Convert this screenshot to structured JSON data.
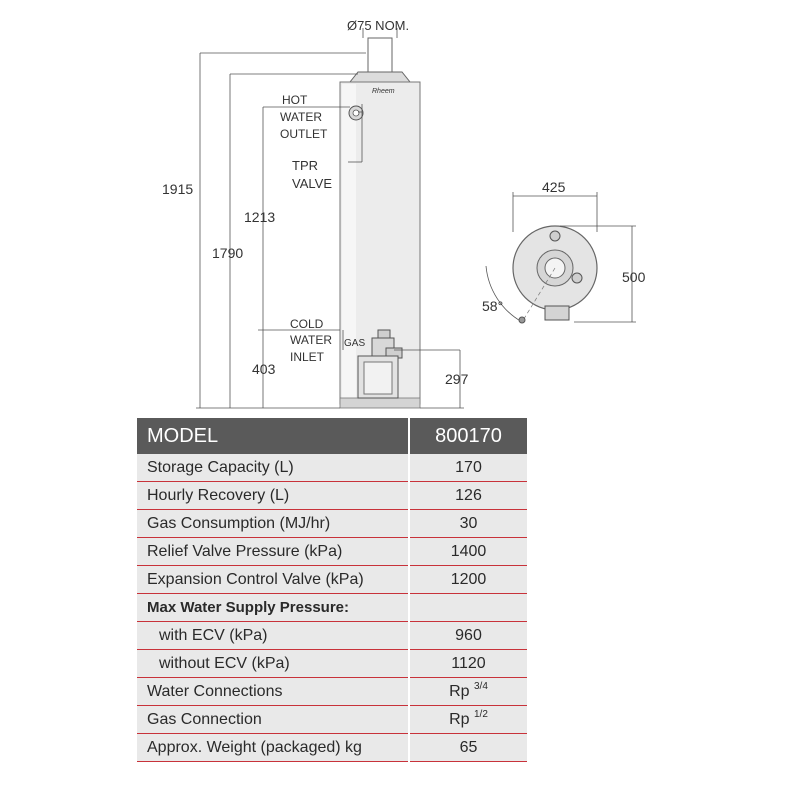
{
  "diagram": {
    "flue_label": "Ø75 NOM.",
    "brand": "Rheem",
    "dims": {
      "total_height": "1915",
      "top_height": "1790",
      "hot_outlet_height": "1213",
      "cold_inlet_height": "403",
      "gas_height": "297",
      "diameter": "425",
      "depth": "500",
      "angle": "58°"
    },
    "labels": {
      "hot_water_outlet": [
        "HOT",
        "WATER",
        "OUTLET"
      ],
      "tpr_valve": [
        "TPR",
        "VALVE"
      ],
      "cold_water_inlet": [
        "COLD",
        "WATER",
        "INLET"
      ],
      "gas": "GAS"
    }
  },
  "table": {
    "header": {
      "label": "MODEL",
      "value": "800170"
    },
    "rows": [
      {
        "label": "Storage Capacity (L)",
        "value": "170"
      },
      {
        "label": "Hourly Recovery (L)",
        "value": "126"
      },
      {
        "label": "Gas Consumption (MJ/hr)",
        "value": "30"
      },
      {
        "label": "Relief Valve Pressure (kPa)",
        "value": "1400"
      },
      {
        "label": "Expansion Control Valve (kPa)",
        "value": "1200"
      },
      {
        "label": "Max Water Supply Pressure:",
        "value": ""
      },
      {
        "label": "with ECV (kPa)",
        "value": "960"
      },
      {
        "label": "without ECV (kPa)",
        "value": "1120"
      },
      {
        "label": "Water Connections",
        "value_prefix": "Rp",
        "value_frac": "3/4"
      },
      {
        "label": "Gas Connection",
        "value_prefix": "Rp",
        "value_frac": "1/2"
      },
      {
        "label": "Approx. Weight (packaged) kg",
        "value": "65"
      }
    ]
  }
}
